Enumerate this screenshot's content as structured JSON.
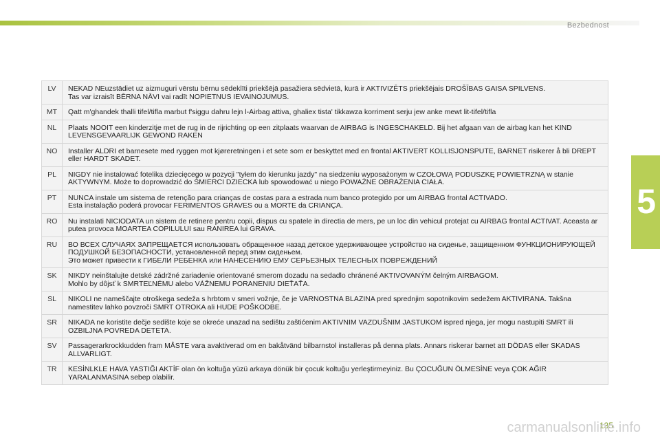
{
  "header": {
    "section": "Bezbednost"
  },
  "chapter": {
    "number": "5"
  },
  "rows": [
    {
      "code": "LV",
      "lines": [
        "NEKAD NEuzstādiet uz aizmuguri vērstu bērnu sēdeklīti priekšējā pasažiera sēdvietā, kurā ir AKTIVIZĒTS priekšējais DROŠĪBAS GAISA SPILVENS.",
        "Tas var izraisīt BĒRNA NĀVI vai radīt NOPIETNUS IEVAINOJUMUS."
      ]
    },
    {
      "code": "MT",
      "lines": [
        "Qatt m'ghandek thalli tifel/tifla marbut f'siggu dahru lejn l-Airbag attiva, ghaliex tista' tikkawza korriment serju jew anke mewt lit-tifel/tifla"
      ]
    },
    {
      "code": "NL",
      "lines": [
        "Plaats NOOIT een kinderzitje met de rug in de rijrichting op een zitplaats waarvan de AIRBAG is INGESCHAKELD. Bij het afgaan van de airbag kan het KIND LEVENSGEVAARLIJK GEWOND RAKEN"
      ]
    },
    {
      "code": "NO",
      "lines": [
        "Installer ALDRI et barnesete med ryggen mot kjøreretningen i et sete som er beskyttet med en frontal AKTIVERT KOLLISJONSPUTE, BARNET risikerer å bli DREPT eller HARDT SKADET."
      ]
    },
    {
      "code": "PL",
      "lines": [
        "NIGDY nie instalować fotelika dziecięcego w pozycji \"tyłem do kierunku jazdy\" na siedzeniu wyposażonym w CZOŁOWĄ PODUSZKĘ POWIETRZNĄ w stanie AKTYWNYM. Może to doprowadzić do ŚMIERCI DZIECKA lub spowodować u niego POWAŻNE OBRAŻENIA CIAŁA."
      ]
    },
    {
      "code": "PT",
      "lines": [
        "NUNCA instale um sistema de retenção para crianças de costas para a estrada num banco protegido por um AIRBAG frontal ACTIVADO.",
        "Esta instalação poderá provocar FERIMENTOS GRAVES ou a MORTE da CRIANÇA."
      ]
    },
    {
      "code": "RO",
      "lines": [
        "Nu instalati NICIODATA un sistem de retinere pentru copii, dispus cu spatele in directia de mers, pe un loc din vehicul protejat cu AIRBAG frontal ACTIVAT. Aceasta ar putea provoca MOARTEA COPILULUI sau RANIREA lui GRAVA."
      ]
    },
    {
      "code": "RU",
      "lines": [
        "ВО ВСЕХ СЛУЧАЯХ ЗАПРЕЩАЕТСЯ использовать обращенное назад детское удерживающее устройство на сиденье, защищенном ФУНКЦИОНИРУЮЩЕЙ ПОДУШКОЙ БЕЗОПАСНОСТИ, установленной перед этим сиденьем.",
        "Это может привести к ГИБЕЛИ РЕБЕНКА или НАНЕСЕНИЮ ЕМУ СЕРЬЕЗНЫХ ТЕЛЕСНЫХ ПОВРЕЖДЕНИЙ"
      ]
    },
    {
      "code": "SK",
      "lines": [
        "NIKDY neinštalujte detské zádržné zariadenie orientované smerom dozadu na sedadlo chránené AKTIVOVANÝM čelným AIRBAGOM.",
        "Mohlo by dôjsť k SMRTEĽNÉMU alebo VÁŽNEMU PORANENIU DIEŤAŤA."
      ]
    },
    {
      "code": "SL",
      "lines": [
        "NIKOLI ne nameščajte otroškega sedeža s hrbtom v smeri vožnje, če je VARNOSTNA BLAZINA pred sprednjim sopotnikovim sedežem AKTIVIRANA. Takšna namestitev lahko povzroči SMRT OTROKA ali HUDE POŠKODBE."
      ]
    },
    {
      "code": "SR",
      "lines": [
        "NIKADA ne koristite dečje sedište koje se okreće unazad na sedištu zaštićenim AKTIVNIM VAZDUŠNIM JASTUKOM ispred njega, jer mogu nastupiti SMRT ili OZBILJNA POVREDA DETETA."
      ]
    },
    {
      "code": "SV",
      "lines": [
        "Passagerarkrockkudden fram MÅSTE vara avaktiverad om en bakåtvänd bilbarnstol installeras på denna plats. Annars riskerar barnet att DÖDAS eller SKADAS ALLVARLIGT."
      ]
    },
    {
      "code": "TR",
      "lines": [
        "KESİNLKLE HAVA YASTIĞI AKTİF olan ön koltuğa yüzü arkaya dönük bir çocuk koltuğu yerleştirmeyiniz. Bu ÇOCUĞUN ÖLMESİNE veya ÇOK AĞIR YARALANMASINA sebep olabilir."
      ]
    }
  ],
  "footer": {
    "page": "135",
    "watermark": "carmanualsonline.info"
  },
  "colors": {
    "accent": "#a9c23f",
    "table_bg": "#f3f3f3"
  }
}
